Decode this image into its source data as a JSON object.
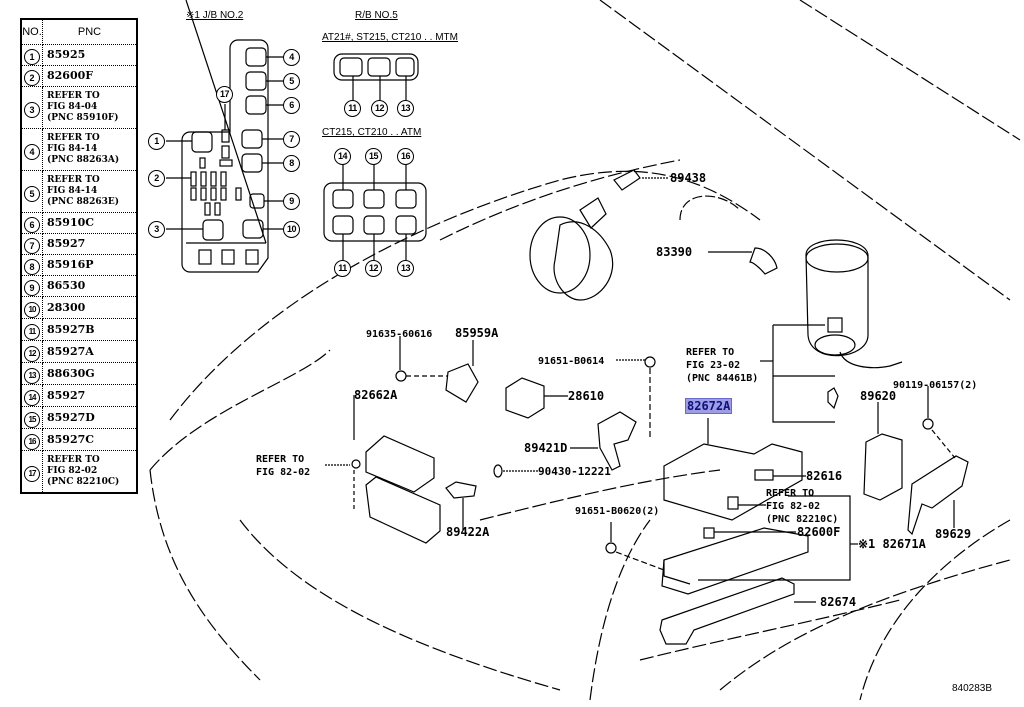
{
  "legend": {
    "col_no": "NO.",
    "col_pnc": "PNC",
    "rows": [
      {
        "no": "1",
        "pnc": "85925"
      },
      {
        "no": "2",
        "pnc": "82600F"
      },
      {
        "no": "3",
        "pnc": "REFER TO\nFIG 84-04\n(PNC 85910F)"
      },
      {
        "no": "4",
        "pnc": "REFER TO\nFIG 84-14\n(PNC 88263A)"
      },
      {
        "no": "5",
        "pnc": "REFER TO\nFIG 84-14\n(PNC 88263E)"
      },
      {
        "no": "6",
        "pnc": "85910C"
      },
      {
        "no": "7",
        "pnc": "85927"
      },
      {
        "no": "8",
        "pnc": "85916P"
      },
      {
        "no": "9",
        "pnc": "86530"
      },
      {
        "no": "10",
        "pnc": "28300"
      },
      {
        "no": "11",
        "pnc": "85927B"
      },
      {
        "no": "12",
        "pnc": "85927A"
      },
      {
        "no": "13",
        "pnc": "88630G"
      },
      {
        "no": "14",
        "pnc": "85927"
      },
      {
        "no": "15",
        "pnc": "85927D"
      },
      {
        "no": "16",
        "pnc": "85927C"
      },
      {
        "no": "17",
        "pnc": "REFER TO\nFIG 82-02\n(PNC 82210C)"
      }
    ]
  },
  "junction_block": {
    "title": "※1 J/B NO.2",
    "callouts": [
      "1",
      "2",
      "3",
      "4",
      "5",
      "6",
      "7",
      "8",
      "9",
      "10",
      "17"
    ]
  },
  "relay_block": {
    "title": "R/B NO.5",
    "mtm_label": "AT21#, ST215, CT210 . . MTM",
    "mtm_callouts": [
      "11",
      "12",
      "13"
    ],
    "atm_label": "CT215, CT210 . . ATM",
    "atm_top_callouts": [
      "14",
      "15",
      "16"
    ],
    "atm_bottom_callouts": [
      "11",
      "12",
      "13"
    ]
  },
  "parts": {
    "p89438": "89438",
    "p83390": "83390",
    "p91635": "91635-60616",
    "p85959A": "85959A",
    "p91651_b0614": "91651-B0614",
    "p28610": "28610",
    "p82662A": "82662A",
    "p89421D": "89421D",
    "p90430": "90430-12221",
    "p89422A": "89422A",
    "p82672A": "82672A",
    "p89620": "89620",
    "p90119": "90119-06157(2)",
    "p82616": "82616",
    "p91651_b0620": "91651-B0620(2)",
    "p82600F": "82600F",
    "p82671A": "※1 82671A",
    "p89629": "89629",
    "p82674": "82674"
  },
  "references": {
    "fig23": "REFER TO\nFIG 23-02\n(PNC 84461B)",
    "fig82_left": "REFER TO\nFIG 82-02",
    "fig82_right": "REFER TO\nFIG 82-02\n(PNC 82210C)"
  },
  "highlighted_part": "82672A",
  "highlight_color": "#9d9de6",
  "diagram_id": "840283B"
}
